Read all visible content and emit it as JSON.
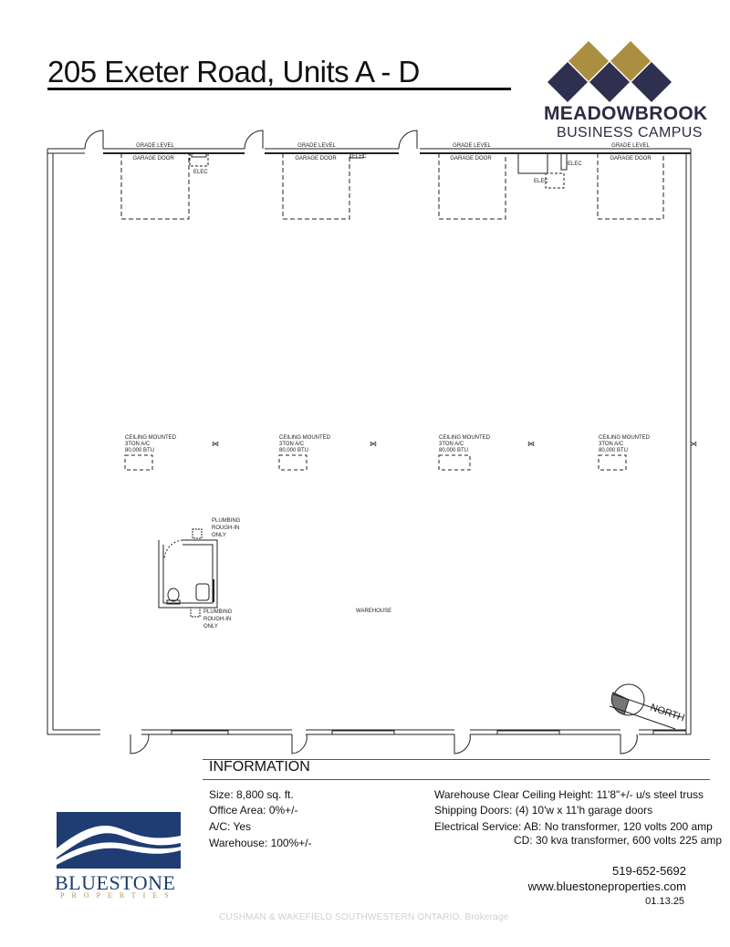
{
  "title": "205 Exeter Road, Units A - D",
  "brand": {
    "name_line1": "MEADOWBROOK",
    "name_line2": "BUSINESS CAMPUS",
    "colors": {
      "gold": "#a98f3f",
      "navy": "#2f3050"
    }
  },
  "plan": {
    "garage_label_1": "GRADE LEVEL",
    "garage_label_2": "GARAGE DOOR",
    "elec": "ELEC",
    "ac_1": "CEILING MOUNTED",
    "ac_2": "3TON A/C",
    "ac_3": "80,000 BTU",
    "plumb_1": "PLUMBING",
    "plumb_2": "ROUGH-IN",
    "plumb_3": "ONLY",
    "warehouse": "WAREHOUSE",
    "north": "NORTH"
  },
  "info": {
    "heading": "INFORMATION",
    "size": "Size:  8,800 sq. ft.",
    "office": "Office Area:  0%+/-",
    "ac": "A/C:  Yes",
    "warehouse": "Warehouse:  100%+/-",
    "ceiling": "Warehouse Clear Ceiling Height:  11'8\"+/- u/s steel truss",
    "shipping": "Shipping Doors:  (4) 10'w x 11'h garage doors",
    "electrical_1": "Electrical Service:  AB: No transformer, 120 volts 200 amp",
    "electrical_2": "CD: 30 kva transformer, 600 volts 225 amp"
  },
  "contact": {
    "phone": "519-652-5692",
    "website": "www.bluestoneproperties.com",
    "date": "01.13.25"
  },
  "bluestone": {
    "name": "BLUESTONE",
    "sub": "PROPERTIES",
    "colors": {
      "navy": "#1f3c73",
      "gold": "#b8913a"
    }
  },
  "credit": "CUSHMAN & WAKEFIELD SOUTHWESTERN ONTARIO, Brokerage"
}
